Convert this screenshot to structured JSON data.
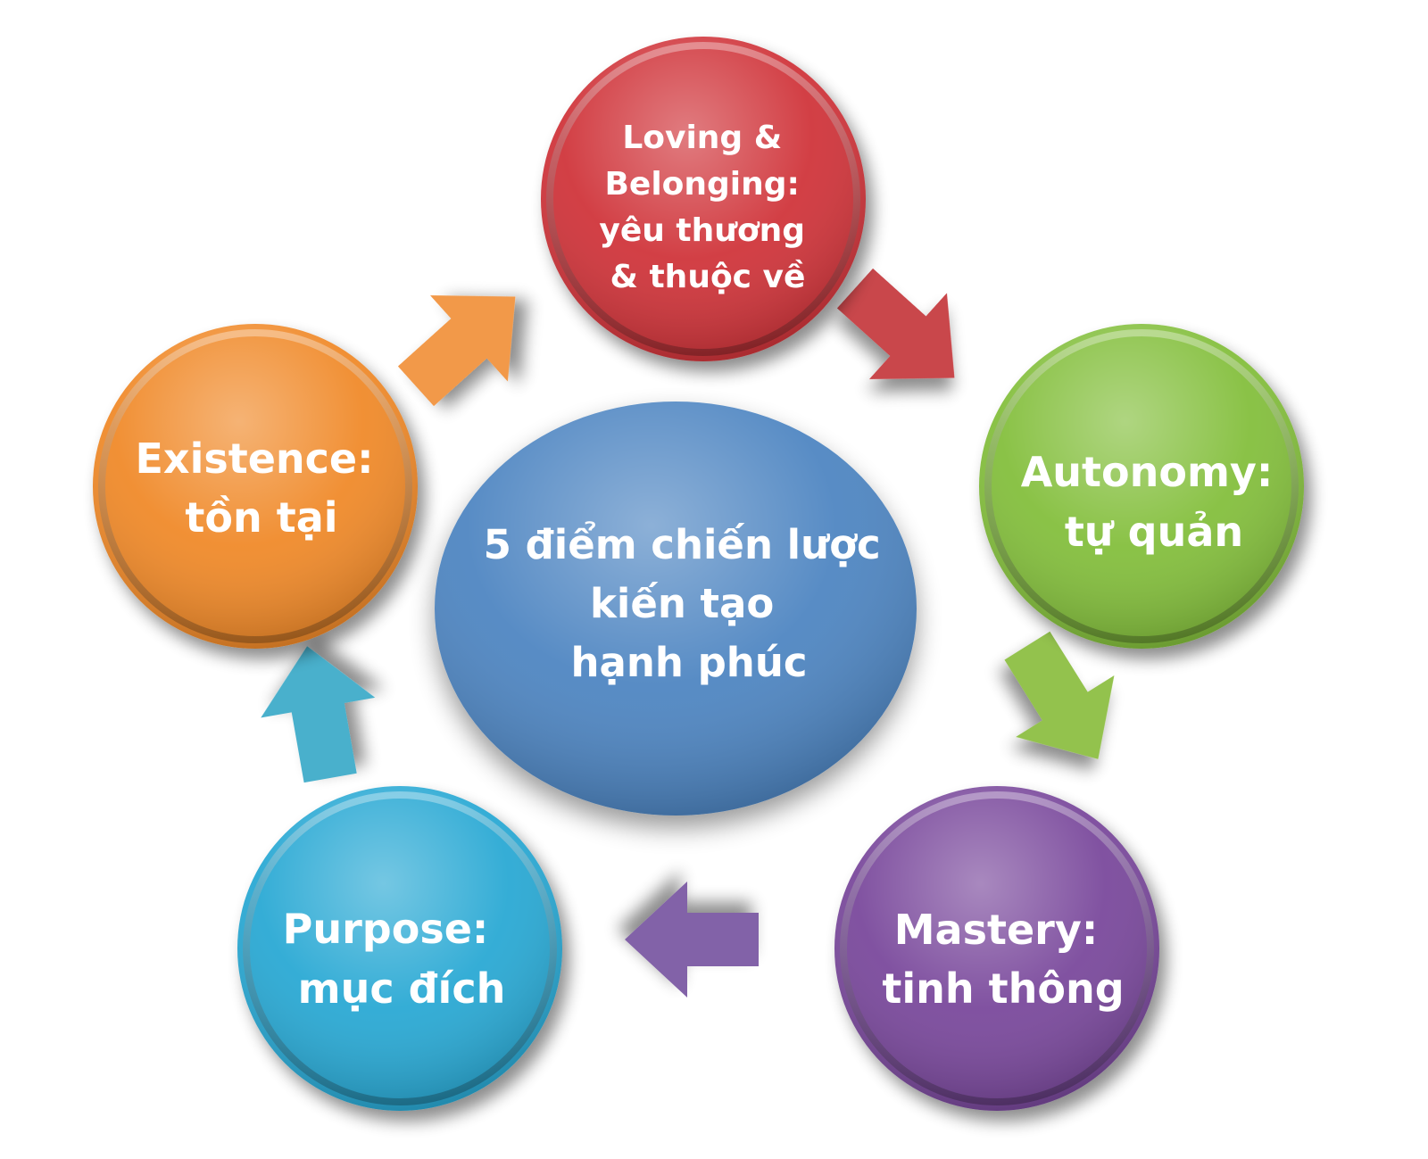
{
  "center": {
    "lines": [
      "5 điểm chiến lược",
      "kiến tạo",
      "hạnh phúc"
    ],
    "color": "#4f86c2"
  },
  "nodes": [
    {
      "id": "loving",
      "lines": [
        "Loving &",
        "Belonging:",
        "yêu thương",
        "& thuộc  về"
      ],
      "color": "#d0343a"
    },
    {
      "id": "autonomy",
      "lines": [
        "Autonomy:",
        "tự quản"
      ],
      "color": "#84bf3c"
    },
    {
      "id": "mastery",
      "lines": [
        "Mastery:",
        "tinh thông"
      ],
      "color": "#7a4a9c"
    },
    {
      "id": "purpose",
      "lines": [
        "Purpose:",
        "mục đích"
      ],
      "color": "#2aa9d4"
    },
    {
      "id": "existence",
      "lines": [
        "Existence:",
        "tồn tại"
      ],
      "color": "#f08a2a"
    }
  ],
  "arrows": [
    {
      "from": "existence",
      "to": "loving",
      "color": "#f2994a"
    },
    {
      "from": "loving",
      "to": "autonomy",
      "color": "#c9474b"
    },
    {
      "from": "autonomy",
      "to": "mastery",
      "color": "#93c24e"
    },
    {
      "from": "mastery",
      "to": "purpose",
      "color": "#8262a8"
    },
    {
      "from": "purpose",
      "to": "existence",
      "color": "#49b0cc"
    }
  ]
}
